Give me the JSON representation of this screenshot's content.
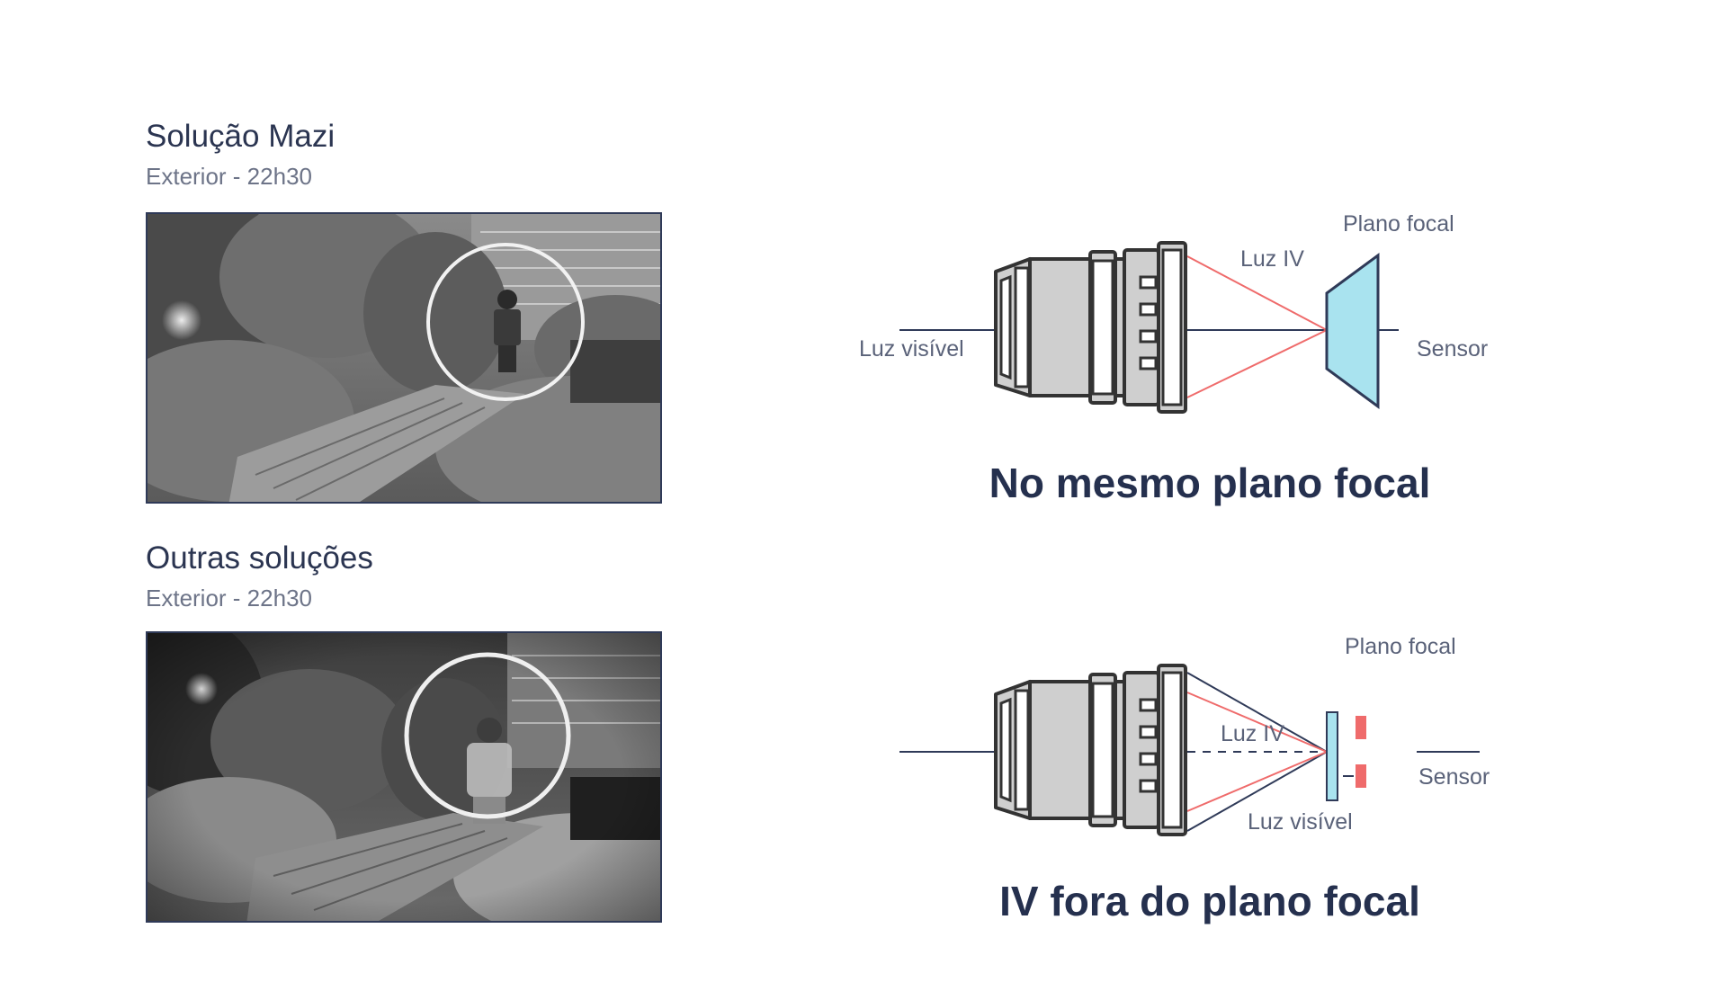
{
  "sections": [
    {
      "title": "Solução Mazi",
      "subtitle": "Exterior  - 22h30",
      "diagram": {
        "label_focal_plane": "Plano focal",
        "label_ir": "Luz IV",
        "label_visible": "Luz visível",
        "label_sensor": "Sensor",
        "caption": "No mesmo plano focal"
      }
    },
    {
      "title": "Outras soluções",
      "subtitle": "Exterior  - 22h30",
      "diagram": {
        "label_focal_plane": "Plano focal",
        "label_ir": "Luz IV",
        "label_visible": "Luz visível",
        "label_sensor": "Sensor",
        "caption": "IV fora do plano focal"
      }
    }
  ],
  "colors": {
    "text_dark": "#2b3551",
    "text_muted": "#6d7488",
    "ir_ray": "#ef6b6b",
    "sensor_fill": "#a9e3ef",
    "lens_fill": "#cfcfcf",
    "lens_stroke": "#333333",
    "axis_line": "#2f3a58",
    "highlight_ring": "#f2f2f2"
  },
  "icons": [
    "camera-lens-icon",
    "sensor-icon"
  ]
}
